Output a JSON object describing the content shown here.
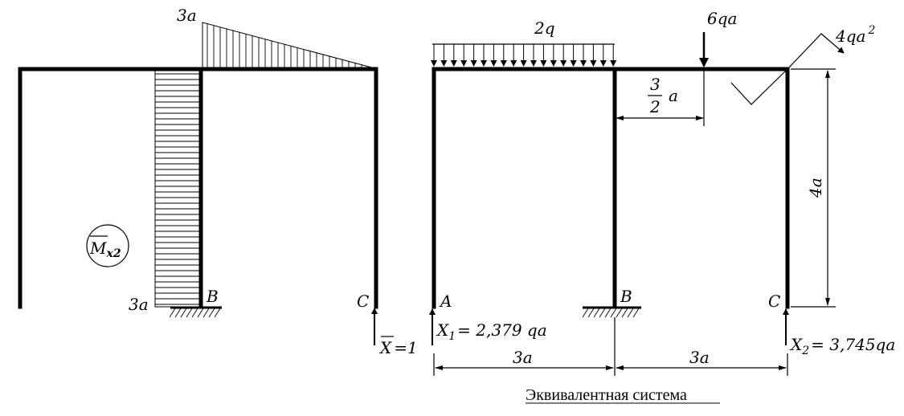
{
  "left": {
    "top_value_label": "3a",
    "bottom_value_label": "3a",
    "support_b_label": "B",
    "point_c_label": "C",
    "diagram_name": "M",
    "diagram_name_sub": "x2",
    "unit_force_label": "X",
    "unit_force_value": "=1"
  },
  "right": {
    "dist_load_label": "2q",
    "point_load_label": "6qa",
    "moment_label": "4qa",
    "moment_sup": "2",
    "frac_num": "3",
    "frac_den": "2",
    "frac_unit": "a",
    "height_dim": "4a",
    "point_a_label": "A",
    "support_b_label": "B",
    "point_c_label": "C",
    "x1_label": "X",
    "x1_sub": "1",
    "x1_value": "= 2,379 qa",
    "x2_label": "X",
    "x2_sub": "2",
    "x2_value": "= 3,745qa",
    "span1_dim": "3a",
    "span2_dim": "3a"
  },
  "caption": "Эквивалентная система"
}
